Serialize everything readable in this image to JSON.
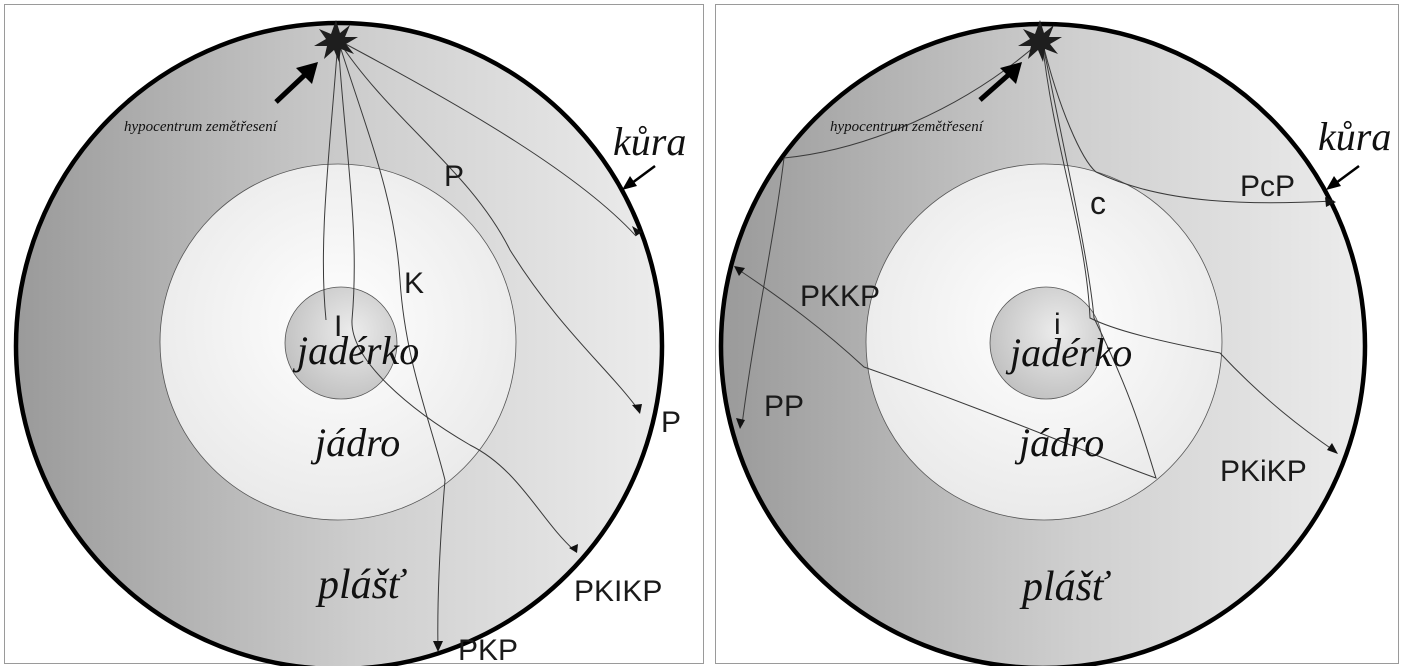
{
  "left_diagram": {
    "hypocenter_label": "hypocentrum zemětřesení",
    "layers": {
      "crust": "kůra",
      "mantle": "plášť",
      "core": "jádro",
      "inner_core": "jadérko"
    },
    "wave_labels": {
      "p_upper": "P",
      "p_lower": "P",
      "k": "K",
      "i": "I",
      "pkikp": "PKIKP",
      "pkp": "PKP"
    }
  },
  "right_diagram": {
    "hypocenter_label": "hypocentrum zemětřesení",
    "layers": {
      "crust": "kůra",
      "mantle": "plášť",
      "core": "jádro",
      "inner_core": "jadérko"
    },
    "wave_labels": {
      "c": "c",
      "pcp": "PcP",
      "pkkp": "PKKP",
      "pp": "PP",
      "i": "i",
      "pkikp": "PKiKP"
    }
  },
  "colors": {
    "mantle_dark": "#9c9c9c",
    "mantle_light": "#e4e4e4",
    "core_light": "#f6f6f6",
    "inner_core": "#cfcfcf",
    "crust_line": "#000000",
    "ray_line": "#3a3a3a"
  },
  "icons": {
    "hypocenter": "explosion-star-icon",
    "pointer": "pointer-arrow-icon"
  }
}
